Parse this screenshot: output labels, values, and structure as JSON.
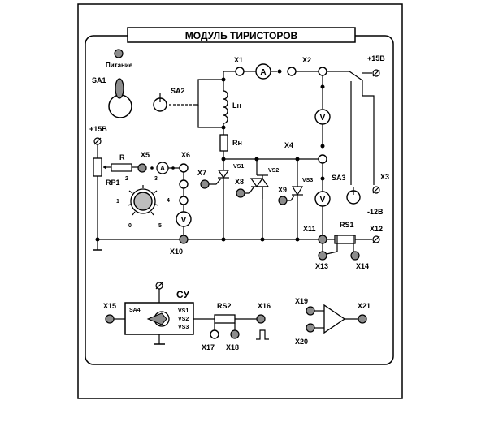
{
  "title": "МОДУЛЬ ТИРИСТОРОВ",
  "power_label": "Питание",
  "plus15_left": "+15В",
  "plus15_right": "+15В",
  "minus12": "-12В",
  "labels": {
    "SA1": "SA1",
    "SA2": "SA2",
    "SA3": "SA3",
    "SA4": "SA4",
    "X1": "X1",
    "X2": "X2",
    "X3": "X3",
    "X4": "X4",
    "X5": "X5",
    "X6": "X6",
    "X7": "X7",
    "X8": "X8",
    "X9": "X9",
    "X10": "X10",
    "X11": "X11",
    "X12": "X12",
    "X13": "X13",
    "X14": "X14",
    "X15": "X15",
    "X16": "X16",
    "X17": "X17",
    "X18": "X18",
    "X19": "X19",
    "X20": "X20",
    "X21": "X21",
    "Ln": "Lн",
    "Rn": "Rн",
    "R": "R",
    "RP1": "RP1",
    "RS1": "RS1",
    "RS2": "RS2",
    "VS1": "VS1",
    "VS2": "VS2",
    "VS3": "VS3",
    "CY": "СУ"
  },
  "meters": {
    "ammeter": "A",
    "voltmeter": "V"
  },
  "dial_ticks": [
    "0",
    "1",
    "2",
    "3",
    "4",
    "5"
  ],
  "su_outputs": [
    "VS1",
    "VS2",
    "VS3"
  ]
}
